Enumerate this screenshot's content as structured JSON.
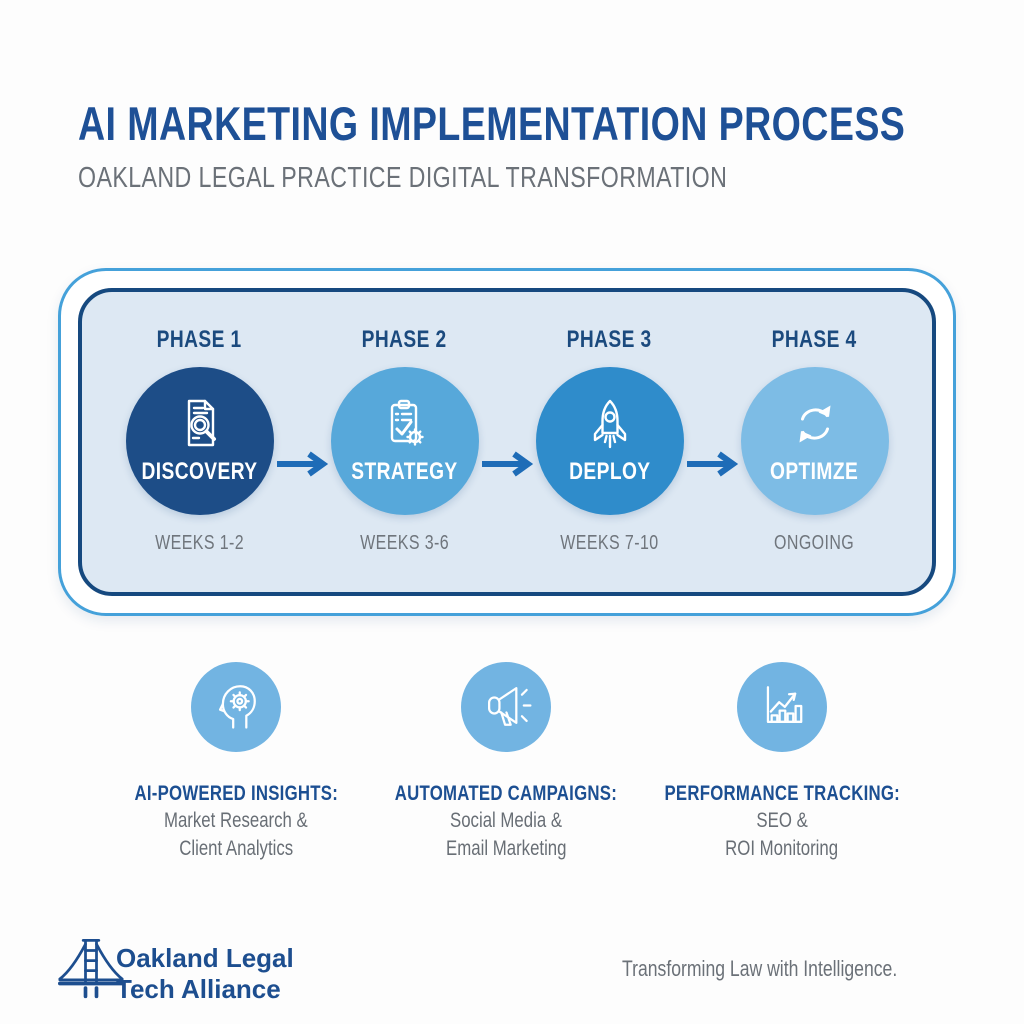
{
  "header": {
    "title": "AI MARKETING IMPLEMENTATION PROCESS",
    "subtitle": "OAKLAND LEGAL PRACTICE DIGITAL TRANSFORMATION"
  },
  "process": {
    "phases": [
      {
        "phase": "PHASE 1",
        "name": "DISCOVERY",
        "duration": "WEEKS 1-2",
        "icon": "document-search-icon",
        "color": "#1d4d87"
      },
      {
        "phase": "PHASE 2",
        "name": "STRATEGY",
        "duration": "WEEKS 3-6",
        "icon": "clipboard-gear-icon",
        "color": "#57a8da"
      },
      {
        "phase": "PHASE 3",
        "name": "DEPLOY",
        "duration": "WEEKS 7-10",
        "icon": "rocket-icon",
        "color": "#2f8ccb"
      },
      {
        "phase": "PHASE 4",
        "name": "OPTIMZE",
        "duration": "ONGOING",
        "icon": "refresh-arrows-icon",
        "color": "#7dbce5"
      }
    ]
  },
  "features": [
    {
      "heading": "AI-POWERED INSIGHTS:",
      "line1": "Market Research &",
      "line2": "Client Analytics",
      "icon": "head-gear-icon"
    },
    {
      "heading": "AUTOMATED CAMPAIGNS:",
      "line1": "Social Media &",
      "line2": "Email Marketing",
      "icon": "megaphone-icon"
    },
    {
      "heading": "PERFORMANCE TRACKING:",
      "line1": "SEO &",
      "line2": "ROI Monitoring",
      "icon": "bar-chart-icon"
    }
  ],
  "footer": {
    "brand_line1": "Oakland Legal",
    "brand_line2": "Tech Alliance",
    "tagline": "Transforming Law with Intelligence."
  },
  "colors": {
    "title_blue": "#1e5096",
    "subtitle_gray": "#6b7178",
    "panel_fill": "#dde8f3",
    "panel_outer_border": "#45a1da",
    "panel_inner_border": "#16497f",
    "arrow_blue": "#1e6cb7",
    "feature_circle": "#72b4e2",
    "brand_navy": "#1d4e8f"
  }
}
